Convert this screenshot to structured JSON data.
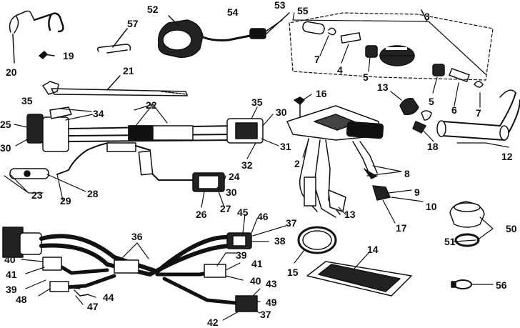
{
  "labels": {
    "l1": "52",
    "l2": "53",
    "l3": "54",
    "l4": "55",
    "l5": "3",
    "l6": "57",
    "l7": "19",
    "l8": "20",
    "l9": "21",
    "l10": "7",
    "l11": "4",
    "l12": "5",
    "l13": "5",
    "l14": "6",
    "l15": "7",
    "l16": "13",
    "l17": "35",
    "l18": "34",
    "l19": "22",
    "l20": "35",
    "l21": "30",
    "l22": "16",
    "l23": "25",
    "l24": "30",
    "l25": "31",
    "l26": "32",
    "l27": "18",
    "l28": "12",
    "l29": "2",
    "l30": "8",
    "l31": "24",
    "l32": "30",
    "l33": "28",
    "l34": "23",
    "l35": "29",
    "l36": "9",
    "l37": "10",
    "l38": "26",
    "l39": "27",
    "l40": "45",
    "l41": "46",
    "l42": "37",
    "l43": "13",
    "l44": "17",
    "l45": "50",
    "l46": "38",
    "l47": "36",
    "l48": "14",
    "l49": "51",
    "l50": "40",
    "l51": "39",
    "l52": "41",
    "l53": "15",
    "l54": "41",
    "l55": "39",
    "l56": "40",
    "l57": "43",
    "l58": "48",
    "l59": "44",
    "l60": "49",
    "l61": "47",
    "l62": "56",
    "l63": "37",
    "l64": "42"
  }
}
